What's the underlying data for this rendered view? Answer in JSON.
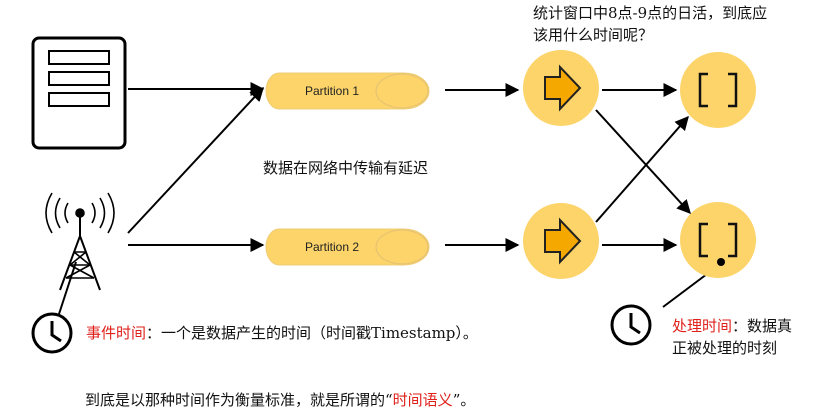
{
  "question": {
    "line1": "统计窗口中8点-9点的日活，到底应",
    "line2": "该用什么时间呢？"
  },
  "partitions": [
    "Partition 1",
    "Partition 2"
  ],
  "network_delay": "数据在网络中传输有延迟",
  "event_time": {
    "term": "事件时间",
    "desc": "：一个是数据产生的时间（时间戳Timestamp）。"
  },
  "processing_time": {
    "term": "处理时间",
    "desc1": "：数据真",
    "desc2": "正被处理的时刻"
  },
  "conclusion": {
    "prefix": "到底是以那种时间作为衡量标准，就是所谓的“",
    "term": "时间语义",
    "suffix": "”。"
  },
  "colors": {
    "cylinder": "#fcd46a",
    "circle": "#fcd46a",
    "arrow_icon": "#f5a800",
    "accent_red": "#e0211b"
  },
  "icons": [
    "server-icon",
    "antenna-tower-icon",
    "clock-icon",
    "arrow-right-icon",
    "window-bracket-icon"
  ]
}
